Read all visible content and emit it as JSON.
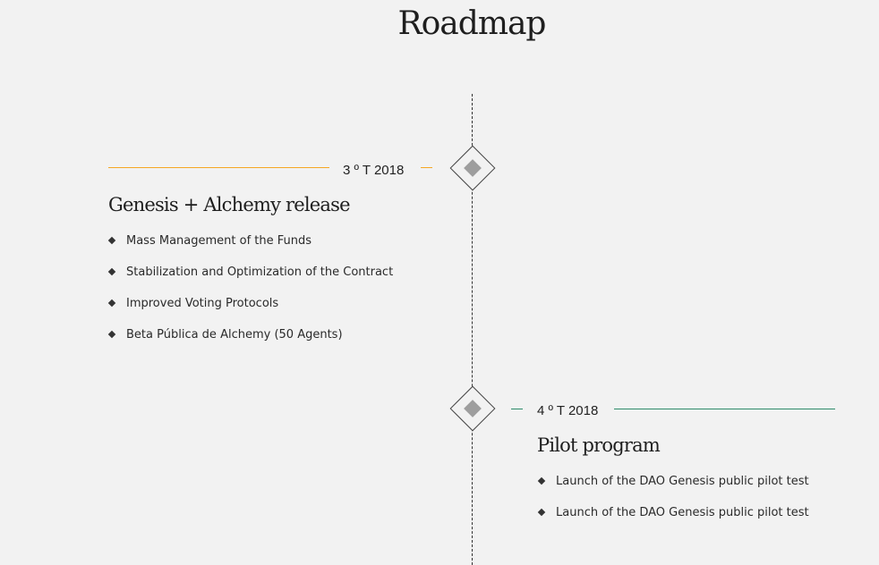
{
  "title": "Roadmap",
  "colors": {
    "left_accent": "#f5a623",
    "right_accent": "#2e8b6a"
  },
  "milestones": [
    {
      "date": "3 º T 2018",
      "heading": "Genesis + Alchemy release",
      "items": [
        "Mass Management of the Funds",
        "Stabilization and Optimization of the Contract",
        "Improved Voting Protocols",
        "Beta Pública de Alchemy (50 Agents)"
      ]
    },
    {
      "date": "4 º T 2018",
      "heading": "Pilot program",
      "items": [
        "Launch of the DAO Genesis public pilot test",
        "Launch of the DAO Genesis public pilot test"
      ]
    }
  ]
}
